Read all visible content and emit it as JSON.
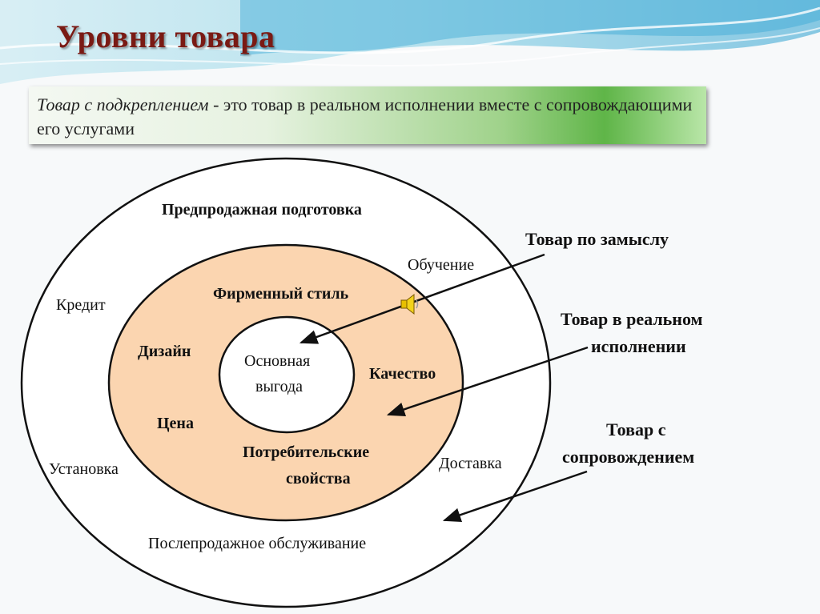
{
  "title": "Уровни товара",
  "definition": {
    "term": "Товар с подкреплением",
    "text": " - это товар в реальном исполнении вместе с сопровождающими его услугами"
  },
  "outer_ring": {
    "top": "Предпродажная подготовка",
    "left": "Кредит",
    "bottom_left": "Установка",
    "bottom": "Послепродажное обслуживание",
    "bottom_right": "Доставка",
    "top_right": "Обучение"
  },
  "middle_ring": {
    "top": "Фирменный стиль",
    "left": "Дизайн",
    "right": "Качество",
    "bottom_left": "Цена",
    "bottom_line1": "Потребительские",
    "bottom_line2": "свойства"
  },
  "core": {
    "line1": "Основная",
    "line2": "выгода"
  },
  "side_labels": {
    "concept": "Товар по замыслу",
    "actual_line1": "Товар в реальном",
    "actual_line2": "исполнении",
    "augmented_line1": "Товар с",
    "augmented_line2": "сопровождением"
  },
  "colors": {
    "title": "#7a1a14",
    "middle_fill": "#fbd5b0",
    "box_green": "#5fb548"
  },
  "icons": [
    "speaker-icon"
  ]
}
